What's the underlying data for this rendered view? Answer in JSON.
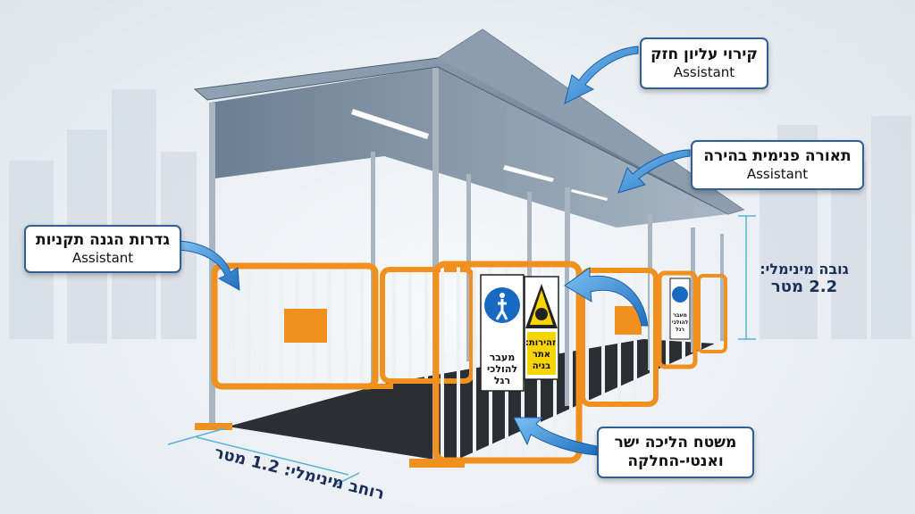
{
  "callouts": [
    {
      "title": "קירוי עליון חזק",
      "subtitle": "Assistant"
    },
    {
      "title": "תאורה פנימית בהירה",
      "subtitle": "Assistant"
    },
    {
      "title": "גדרות הגנה תקניות",
      "subtitle": "Assistant"
    },
    {
      "title": "משטח הליכה ישר",
      "title_line2": "ואנטי-החלקה"
    }
  ],
  "dimensions": {
    "height_label": "גובה מינימלי:",
    "height_value": "2.2 מטר",
    "width_label": "רוחב מינימלי: 1.2 מטר"
  },
  "signs": {
    "pedestrian": "מעבר להולכי רגל",
    "warning": "זהירות: אתר בניה",
    "pedestrian_small": "מעבר להולכי רגל"
  },
  "colors": {
    "fence_orange": "#f0901e",
    "arrow_blue": "#2f86d6",
    "callout_border": "#2f5f95",
    "roof_steel": "#7d8fa3",
    "floor": "#2b2f33",
    "sign_blue": "#1769c2",
    "sign_yellow": "#f6d400"
  }
}
